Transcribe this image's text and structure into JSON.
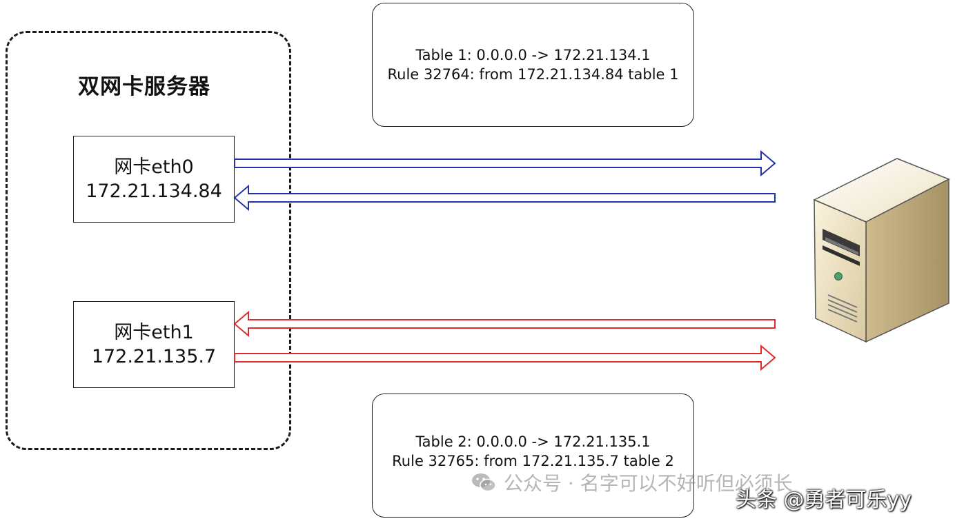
{
  "server": {
    "title": "双网卡服务器",
    "nics": [
      {
        "label": "网卡eth0",
        "ip": "172.21.134.84",
        "color": "#2233aa"
      },
      {
        "label": "网卡eth1",
        "ip": "172.21.135.7",
        "color": "#dd2a2a"
      }
    ]
  },
  "rules": [
    {
      "table": "Table 1: 0.0.0.0 -> 172.21.134.1",
      "rule": "Rule 32764: from 172.21.134.84 table 1"
    },
    {
      "table": "Table 2: 0.0.0.0 -> 172.21.135.1",
      "rule": "Rule 32765: from 172.21.135.7 table 2"
    }
  ],
  "watermark": "公众号 · 名字可以不好听但必须长",
  "credit": "头条 @勇者可乐yy",
  "icons": [
    "remote-server-icon",
    "wechat-icon"
  ]
}
